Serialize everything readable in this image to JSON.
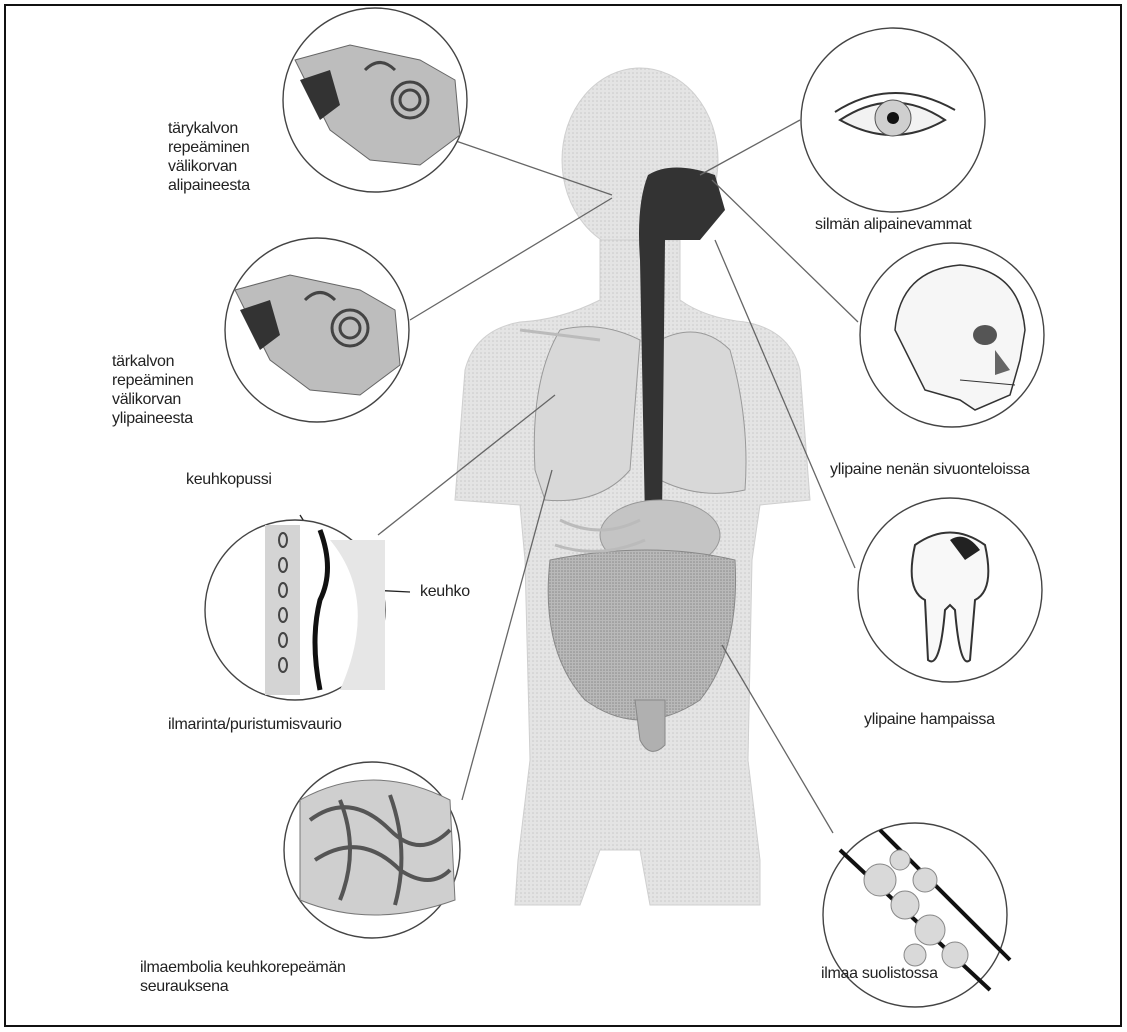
{
  "labels": {
    "eardrum_under": [
      "tärykalvon",
      "repeäminen",
      "välikorvan",
      "alipaineesta"
    ],
    "eardrum_over": [
      "tärkalvon",
      "repeäminen",
      "välikorvan",
      "ylipaineesta"
    ],
    "pleura": "keuhkopussi",
    "lung": "keuhko",
    "pneumothorax": "ilmarinta/puristumisvaurio",
    "embolism": [
      "ilmaembolia keuhkorepeämän",
      "seurauksena"
    ],
    "eye": "silmän alipainevammat",
    "sinus": "ylipaine nenän sivuonteloissa",
    "tooth": "ylipaine hampaissa",
    "intestine": "ilmaa suolistossa"
  }
}
